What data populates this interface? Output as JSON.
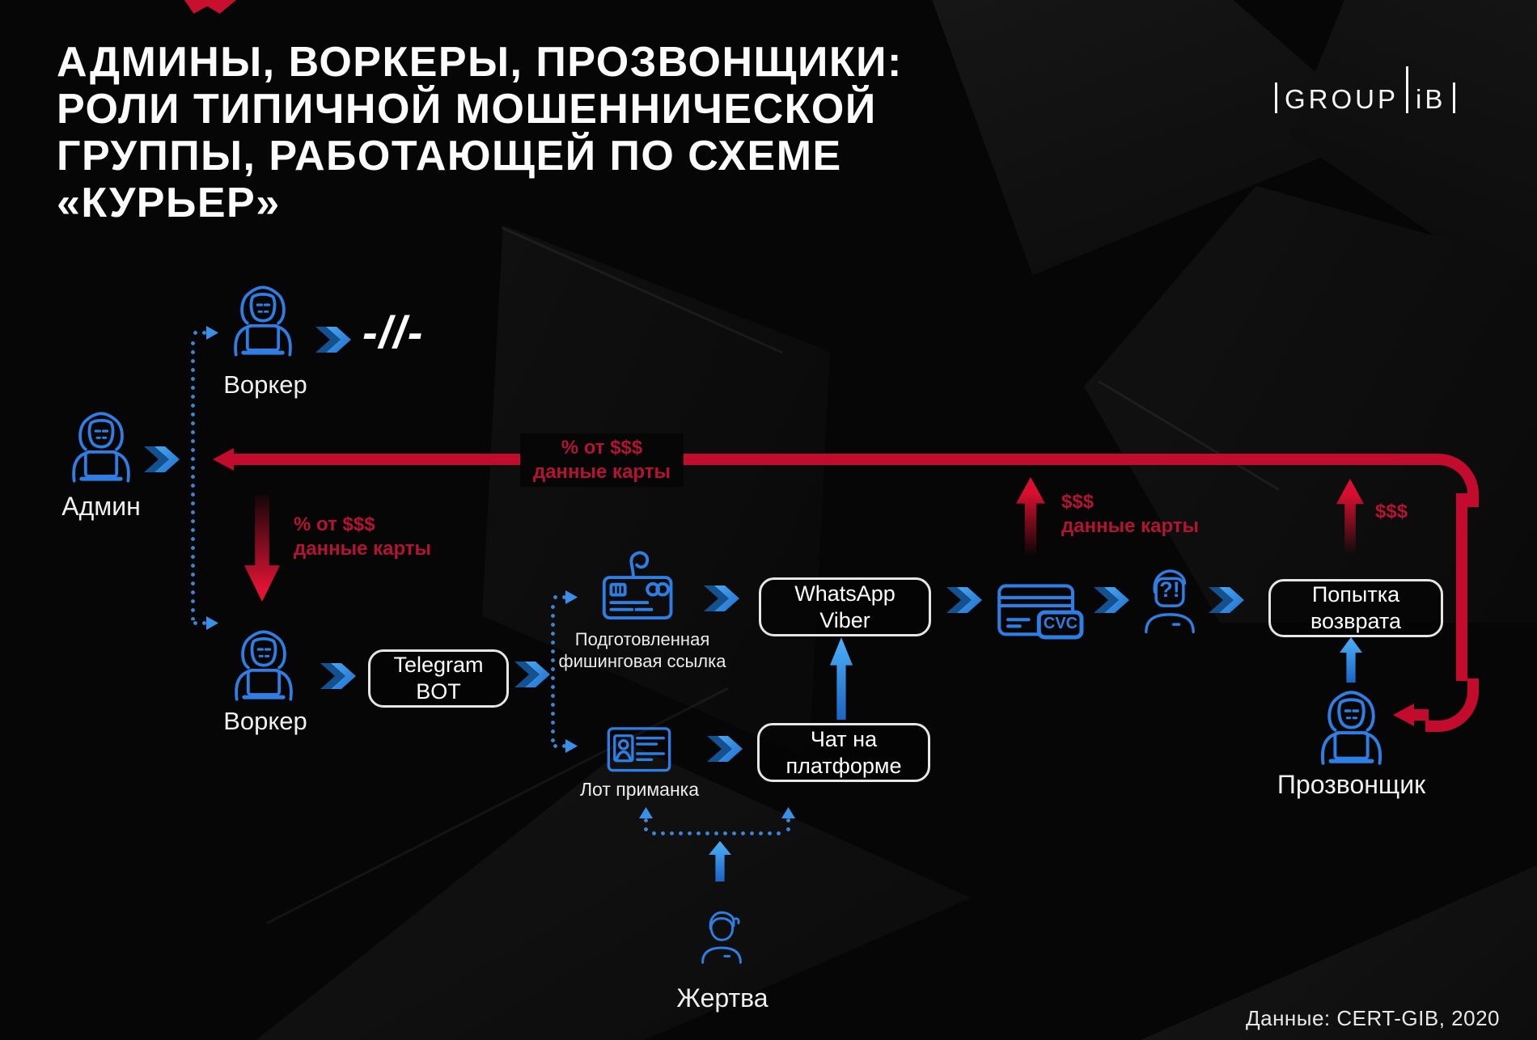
{
  "title": {
    "line1": "АДМИНЫ, ВОРКЕРЫ, ПРОЗВОНЩИКИ:",
    "line2": "РОЛИ ТИПИЧНОЙ МОШЕННИЧЕСКОЙ",
    "line3": "ГРУППЫ, РАБОТАЮЩЕЙ ПО СХЕМЕ",
    "line4": "«КУРЬЕР»"
  },
  "logo": {
    "group": "GROUP",
    "ib": "iB"
  },
  "footer": {
    "source": "Данные: CERT-GIB, 2020"
  },
  "nodes": {
    "admin": {
      "label": "Админ"
    },
    "worker_top": {
      "label": "Воркер"
    },
    "worker_bottom": {
      "label": "Воркер"
    },
    "caller": {
      "label": "Прозвонщик"
    },
    "victim": {
      "label": "Жертва"
    },
    "phishing_link": {
      "line1": "Подготовленная",
      "line2": "фишинговая ссылка"
    },
    "lot_bait": {
      "label": "Лот приманка"
    }
  },
  "boxes": {
    "telegram_bot": {
      "line1": "Telegram",
      "line2": "BOT"
    },
    "whatsapp_viber": {
      "line1": "WhatsApp",
      "line2": "Viber"
    },
    "platform_chat": {
      "line1": "Чат на",
      "line2": "платформе"
    },
    "refund_attempt": {
      "line1": "Попытка",
      "line2": "возврата"
    }
  },
  "flow_labels": {
    "admin_cut": {
      "line1": "% от $$$",
      "line2": "данные карты"
    },
    "worker_cut": {
      "line1": "% от $$$",
      "line2": "данные карты"
    },
    "money_card": {
      "line1": "$$$",
      "line2": "данные карты"
    },
    "money_right": "$$$",
    "break_symbol": "-//-",
    "confused": "?!",
    "cvc": "CVC"
  },
  "colors": {
    "accent_blue": "#2e7ee3",
    "accent_red": "#c30b2e",
    "red_text": "#b41434"
  }
}
